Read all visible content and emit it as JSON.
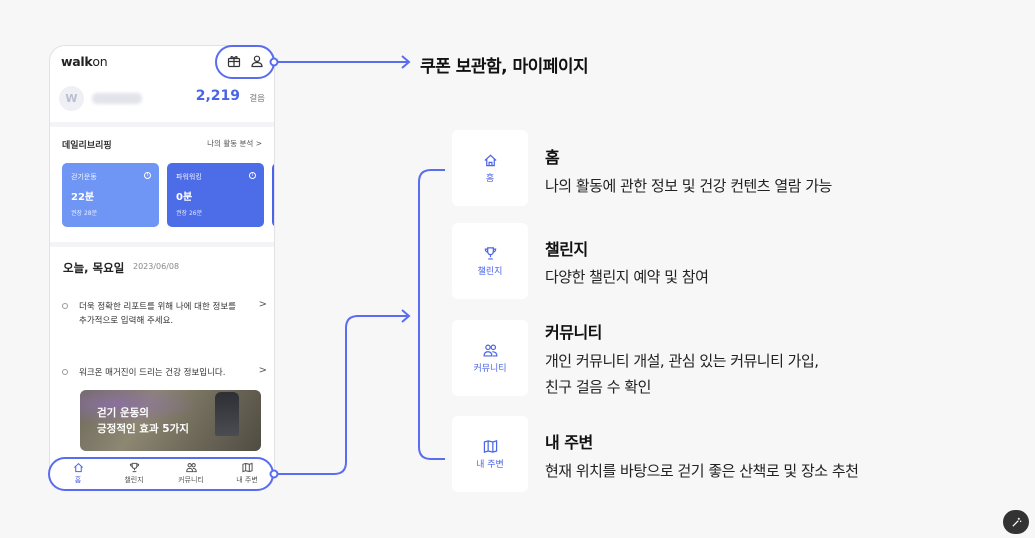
{
  "colors": {
    "accent": "#4a64e8",
    "card1": "#6f95f5",
    "card2": "#4c6ce8",
    "connector": "#5a6cf0"
  },
  "app": {
    "logo_bold": "walk",
    "logo_light": "on",
    "avatar_letter": "W",
    "steps_value": "2,219",
    "steps_unit": "걸음",
    "briefing_title": "데일리브리핑",
    "briefing_link": "나의 활동 분석",
    "briefing_link_chevron": ">",
    "cards": [
      {
        "label": "걷기운동",
        "value": "22분",
        "recommend": "권장 28분"
      },
      {
        "label": "파워워킹",
        "value": "0분",
        "recommend": "권장 26분"
      }
    ],
    "card_info_icon": "i",
    "today_title": "오늘, 목요일",
    "today_date": "2023/06/08",
    "list": [
      {
        "text": "더욱 정확한 리포트를 위해 나에 대한 정보를 추가적으로 입력해 주세요.",
        "chevron": ">"
      },
      {
        "text": "워크온 매거진이 드리는 건강 정보입니다.",
        "chevron": ">"
      }
    ],
    "banner": {
      "line1": "걷기 운동의",
      "line2": "긍정적인 효과 5가지"
    },
    "nav": [
      {
        "label": "홈",
        "icon": "home-icon"
      },
      {
        "label": "챌린지",
        "icon": "trophy-icon"
      },
      {
        "label": "커뮤니티",
        "icon": "people-icon"
      },
      {
        "label": "내 주변",
        "icon": "map-icon"
      }
    ]
  },
  "annotations": {
    "top_label": "쿠폰 보관함, 마이페이지",
    "features": [
      {
        "tile_label": "홈",
        "icon": "home-icon",
        "title": "홈",
        "desc": "나의 활동에 관한 정보 및 건강 컨텐츠 열람 가능"
      },
      {
        "tile_label": "챌린지",
        "icon": "trophy-icon",
        "title": "챌린지",
        "desc": "다양한 챌린지 예약 및 참여"
      },
      {
        "tile_label": "커뮤니티",
        "icon": "people-icon",
        "title": "커뮤니티",
        "desc_line1": "개인 커뮤니티 개설, 관심 있는 커뮤니티 가입,",
        "desc_line2": "친구 걸음 수 확인"
      },
      {
        "tile_label": "내 주변",
        "icon": "map-icon",
        "title": "내 주변",
        "desc": "현재 위치를 바탕으로 걷기 좋은 산책로 및 장소 추천"
      }
    ]
  },
  "fab_icon": "magic-wand-icon"
}
